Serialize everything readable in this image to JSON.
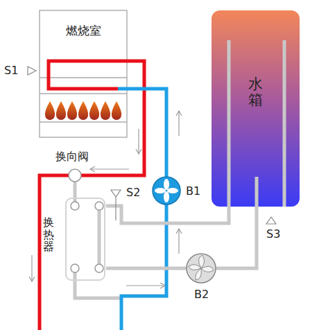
{
  "diagram": {
    "nodes": [
      {
        "text": [
          "燃烧室"
        ]
      },
      {
        "text": [
          "水箱"
        ]
      },
      {
        "text": [
          "换热器"
        ]
      }
    ],
    "edges": [
      {
        "from": 2,
        "to": 1,
        "arrow": "none"
      },
      {
        "from": 2,
        "to": 1,
        "arrow": "none"
      }
    ],
    "labels": [
      "S1",
      "换向阀",
      "S2",
      "B1",
      "B2",
      "S3"
    ]
  }
}
